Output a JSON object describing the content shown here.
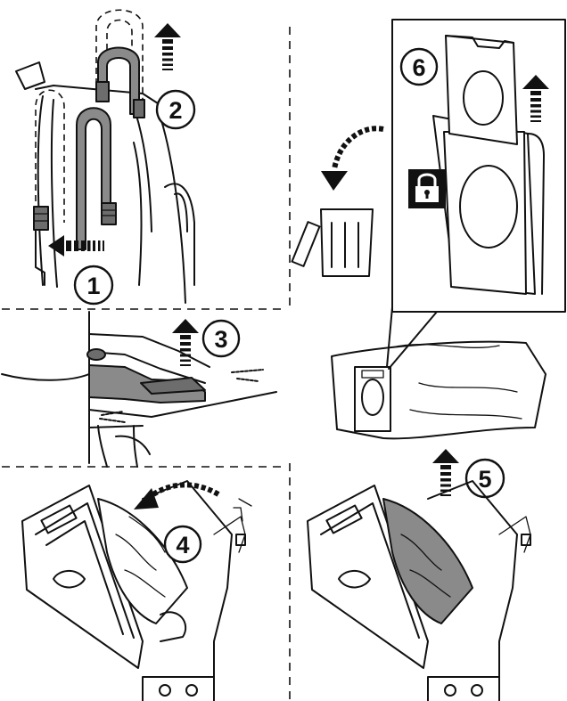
{
  "steps": [
    {
      "number": "1",
      "arrow": "left"
    },
    {
      "number": "2",
      "arrow": "up"
    },
    {
      "number": "3",
      "arrow": "up"
    },
    {
      "number": "4",
      "arrow": "curved-left"
    },
    {
      "number": "5",
      "arrow": "up"
    },
    {
      "number": "6",
      "arrow": "up"
    }
  ],
  "icons": [
    "lock-icon",
    "trash-bin-icon",
    "curved-arrow-icon"
  ],
  "colors": {
    "line": "#111111",
    "dust_bag": "#8a8a8a",
    "background": "#ffffff"
  }
}
